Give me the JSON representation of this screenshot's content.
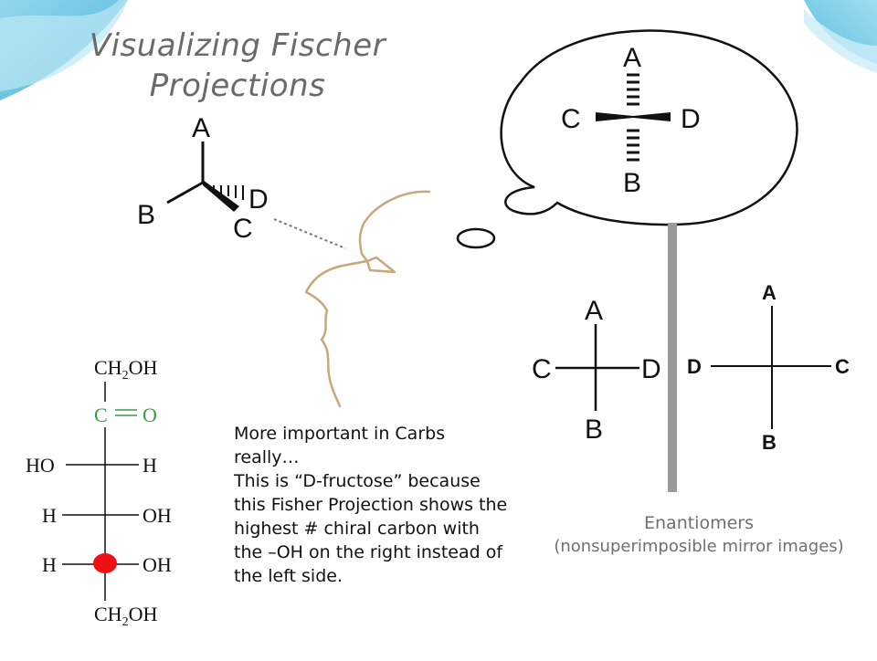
{
  "slide": {
    "title_line1": "Visualizing Fischer",
    "title_line2": "Projections",
    "body_line1": "More important in Carbs really…",
    "body_line2": "This is “D-fructose” because this Fisher Projection shows the highest # chiral carbon with the –OH on the right instead of the left side.",
    "caption_line1": "Enantiomers",
    "caption_line2": "(nonsuperimposible mirror images)"
  },
  "wedge_molecule": {
    "top": "A",
    "left": "B",
    "right": "D",
    "bottom": "C"
  },
  "thought_molecule": {
    "top": "A",
    "left": "C",
    "right": "D",
    "bottom": "B"
  },
  "enantiomer_left": {
    "top": "A",
    "left": "C",
    "right": "D",
    "bottom": "B"
  },
  "enantiomer_right": {
    "top": "A",
    "left": "D",
    "right": "C",
    "bottom": "B"
  },
  "fructose": {
    "top": "CH2OH",
    "carbonyl_c": "C",
    "carbonyl_o": "O",
    "rows": [
      {
        "left": "HO",
        "right": "H"
      },
      {
        "left": "H",
        "right": "OH"
      },
      {
        "left": "H",
        "right": "OH"
      }
    ],
    "bottom": "CH2OH",
    "carbonyl_color": "#3a9a4a",
    "chiral_marker_color": "#ee1111"
  },
  "colors": {
    "accent_wave": "#3fb3d8",
    "face_outline": "#c8a87a",
    "mirror": "#9a9a9a"
  }
}
